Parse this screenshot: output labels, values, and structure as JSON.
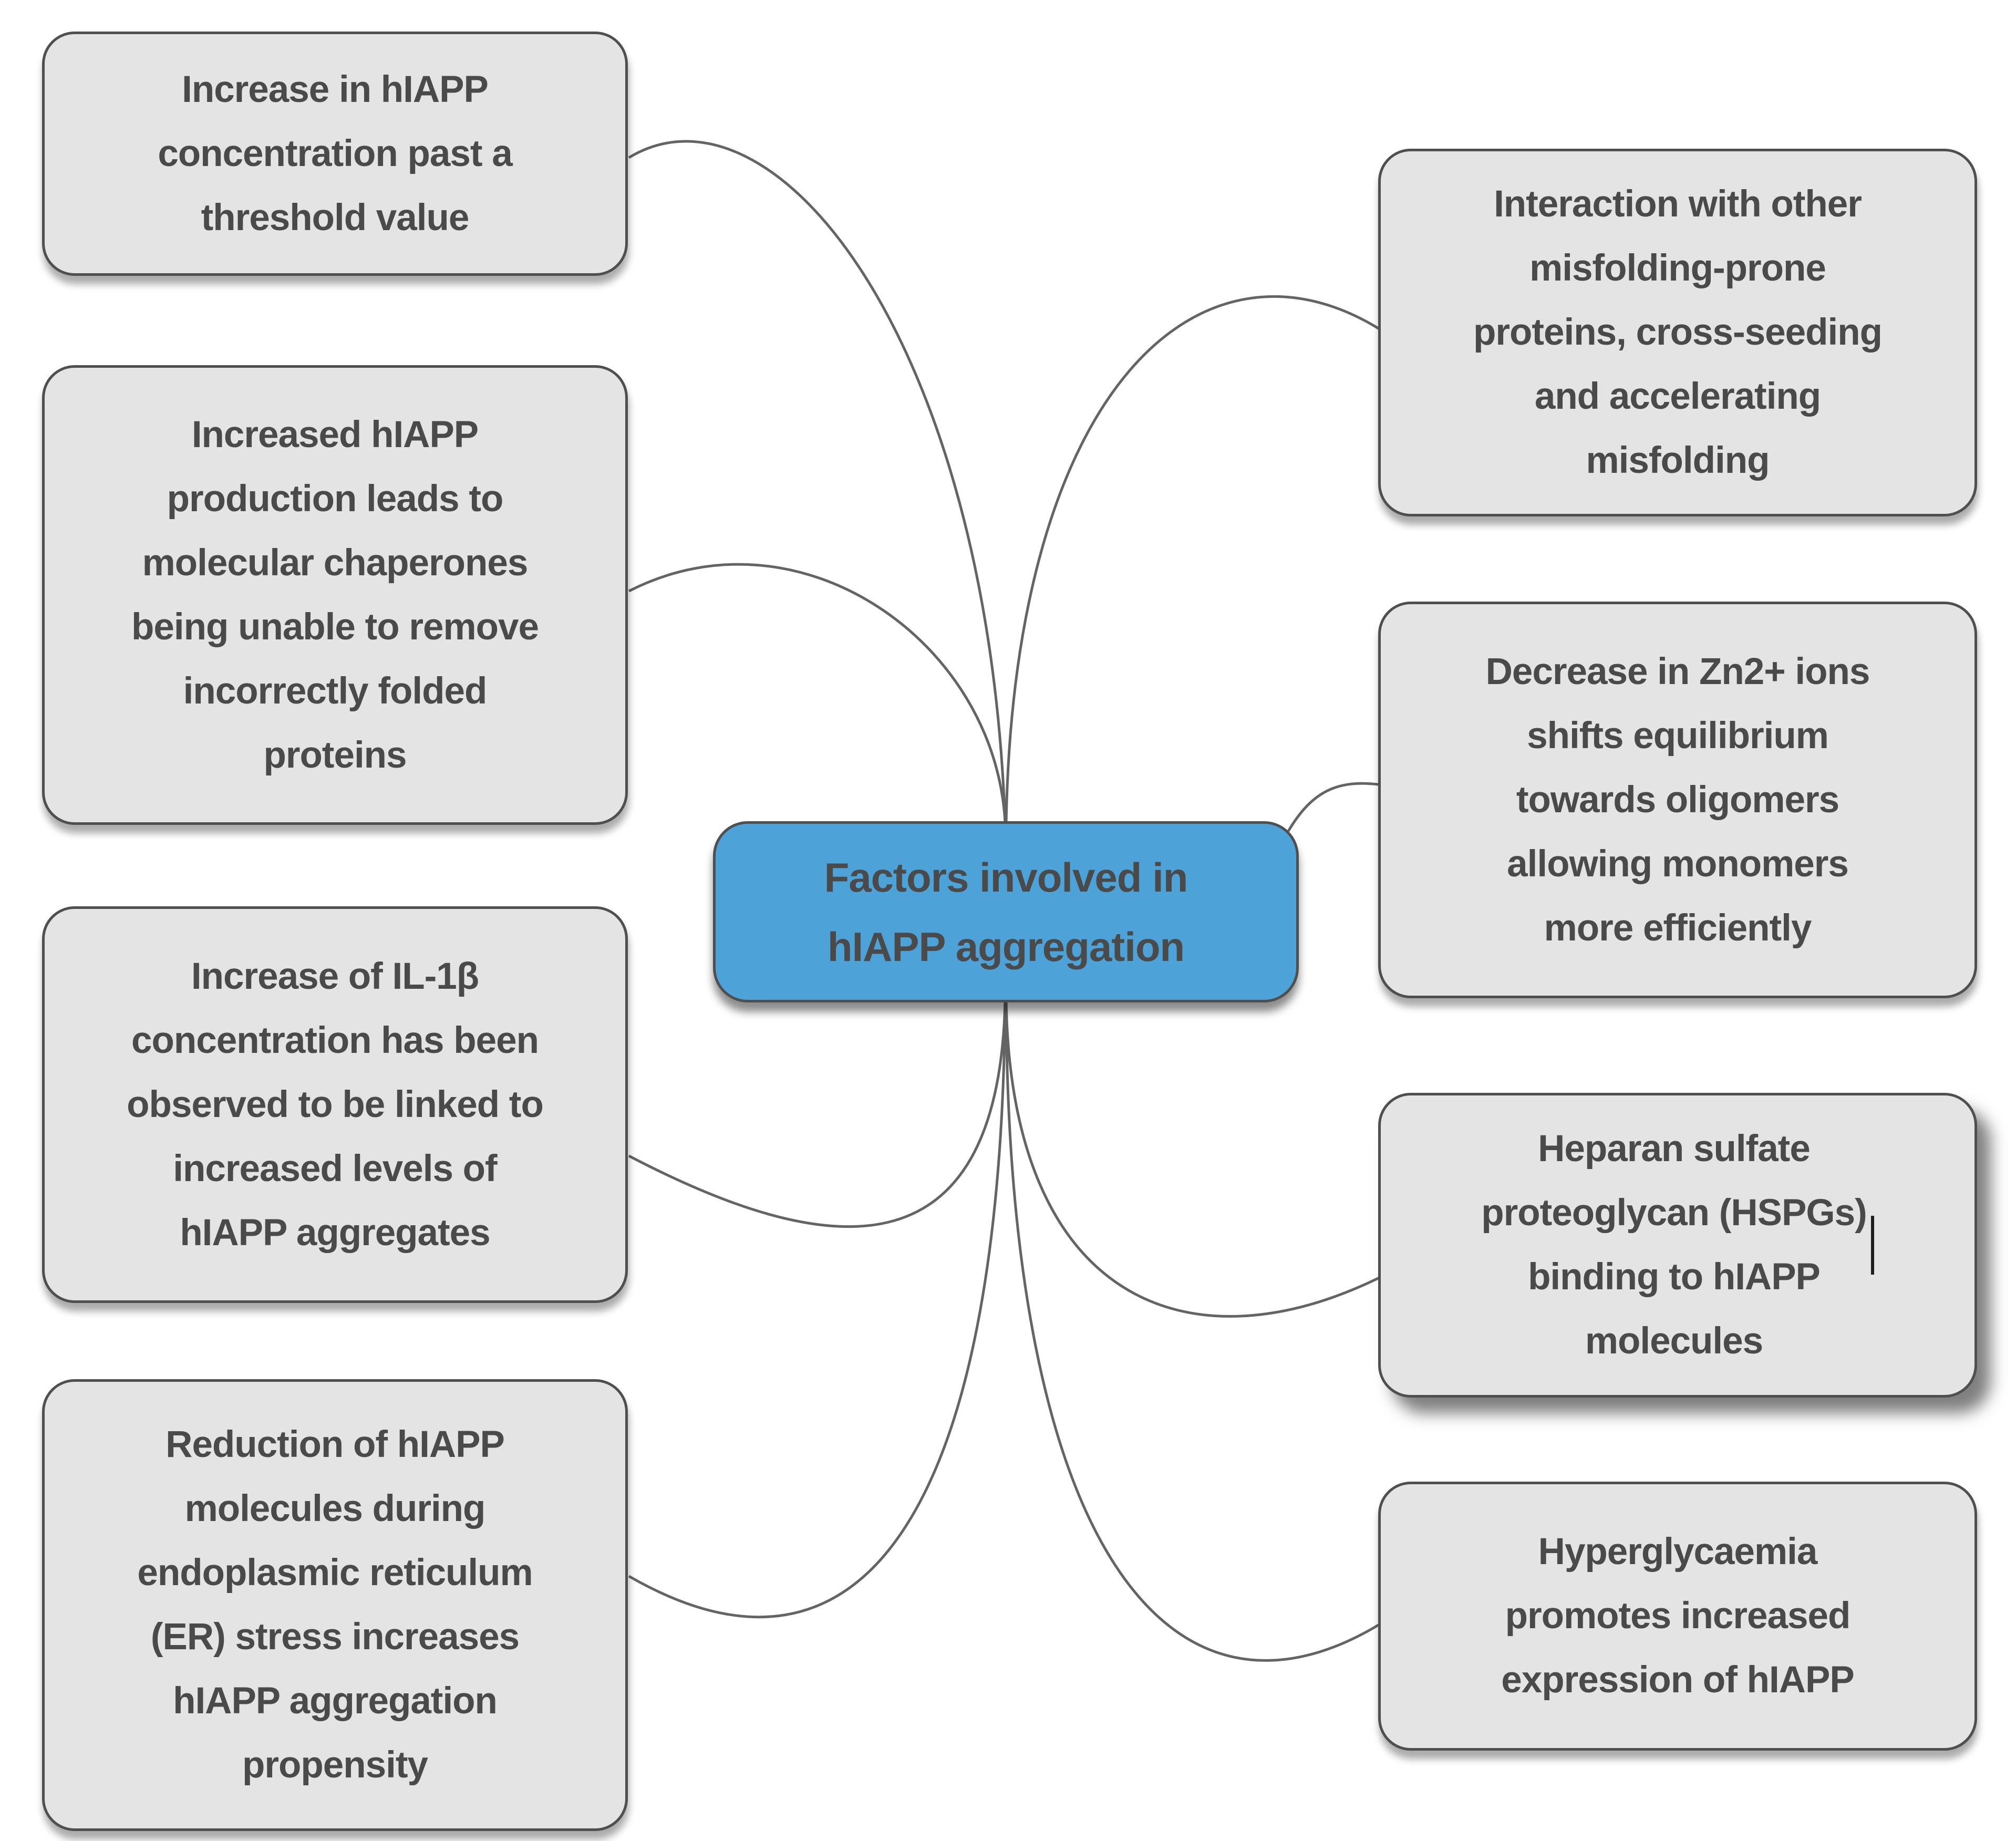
{
  "diagram": {
    "center": {
      "label": "Factors involved in\nhIAPP aggregation"
    },
    "left_nodes": [
      {
        "label": "Increase in hIAPP\nconcentration past a\nthreshold value"
      },
      {
        "label": "Increased hIAPP\nproduction leads to\nmolecular chaperones\nbeing unable to remove\nincorrectly folded\nproteins"
      },
      {
        "label": "Increase of IL-1β\nconcentration has been\nobserved to be linked to\nincreased levels of\nhIAPP aggregates"
      },
      {
        "label": "Reduction of hIAPP\nmolecules during\nendoplasmic reticulum\n(ER) stress increases\nhIAPP aggregation\npropensity"
      }
    ],
    "right_nodes": [
      {
        "label": "Interaction with other\nmisfolding-prone\nproteins, cross-seeding\nand accelerating\nmisfolding"
      },
      {
        "label": "Decrease in Zn2+ ions\nshifts equilibrium\ntowards oligomers\nallowing monomers\nmore efficiently"
      },
      {
        "label": "Heparan sulfate\nproteoglycan (HSPGs)\nbinding to hIAPP\nmolecules",
        "editing_caret": true
      },
      {
        "label": "Hyperglycaemia\npromotes increased\nexpression of hIAPP"
      }
    ],
    "colors": {
      "background": "#ffffff",
      "node_fill": "#e4e4e4",
      "node_border": "#4f4f4f",
      "center_fill": "#4da2d8",
      "text": "#4a4a4a",
      "connector": "#646464"
    }
  }
}
